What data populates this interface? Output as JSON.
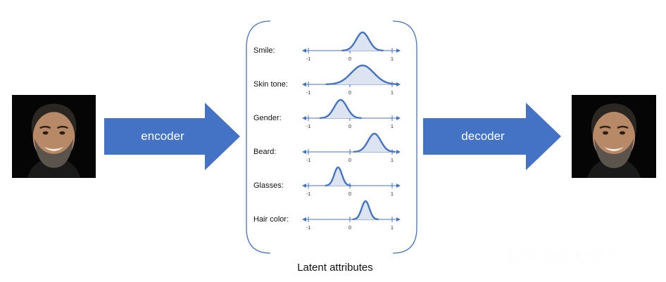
{
  "encoder": {
    "label": "encoder"
  },
  "decoder": {
    "label": "decoder"
  },
  "latent": {
    "caption": "Latent attributes",
    "axis_ticks": [
      "-1",
      "0",
      "1"
    ],
    "attributes": [
      {
        "label": "Smile:",
        "mean": 0.3,
        "width": "narrow"
      },
      {
        "label": "Skin tone:",
        "mean": 0.3,
        "width": "wide"
      },
      {
        "label": "Gender:",
        "mean": -0.22,
        "width": "narrow"
      },
      {
        "label": "Beard:",
        "mean": 0.58,
        "width": "narrow"
      },
      {
        "label": "Glasses:",
        "mean": -0.28,
        "width": "very-narrow"
      },
      {
        "label": "Hair color:",
        "mean": 0.37,
        "width": "very-narrow"
      }
    ]
  },
  "watermark": {
    "text": "知乎 @曲奇饼干"
  },
  "colors": {
    "accent": "#4472C4",
    "curve_fill": "#DCE4F2",
    "photo_bg": "#050505"
  },
  "icons": [
    "face-photo-input",
    "face-photo-output"
  ]
}
